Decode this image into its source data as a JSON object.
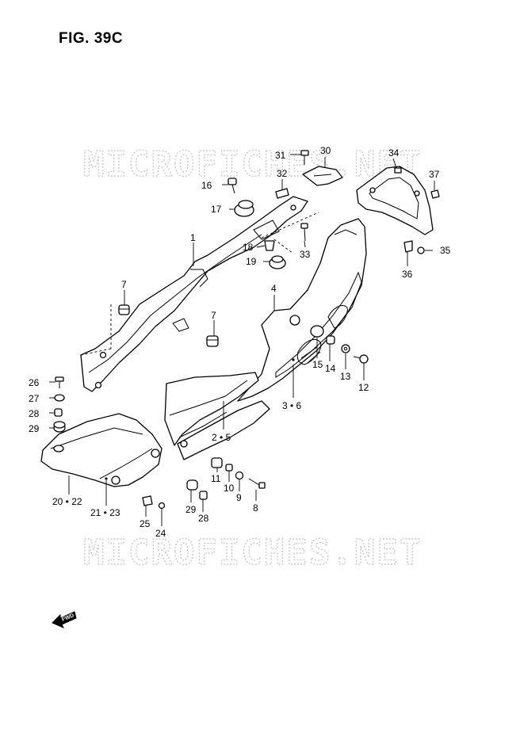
{
  "figure": {
    "title": "FIG. 39C",
    "watermark": "MICROFICHES.NET",
    "fwd_label": "FWD"
  },
  "callouts": [
    {
      "id": "c1",
      "text": "1"
    },
    {
      "id": "c2",
      "text": "2 • 5"
    },
    {
      "id": "c3",
      "text": "3 • 6"
    },
    {
      "id": "c4",
      "text": "4"
    },
    {
      "id": "c7a",
      "text": "7"
    },
    {
      "id": "c7b",
      "text": "7"
    },
    {
      "id": "c8",
      "text": "8"
    },
    {
      "id": "c9",
      "text": "9"
    },
    {
      "id": "c10",
      "text": "10"
    },
    {
      "id": "c11",
      "text": "11"
    },
    {
      "id": "c12",
      "text": "12"
    },
    {
      "id": "c13",
      "text": "13"
    },
    {
      "id": "c14",
      "text": "14"
    },
    {
      "id": "c15",
      "text": "15"
    },
    {
      "id": "c16",
      "text": "16"
    },
    {
      "id": "c17",
      "text": "17"
    },
    {
      "id": "c18",
      "text": "18"
    },
    {
      "id": "c19",
      "text": "19"
    },
    {
      "id": "c20",
      "text": "20 • 22"
    },
    {
      "id": "c21",
      "text": "21 • 23"
    },
    {
      "id": "c24",
      "text": "24"
    },
    {
      "id": "c25",
      "text": "25"
    },
    {
      "id": "c26",
      "text": "26"
    },
    {
      "id": "c27",
      "text": "27"
    },
    {
      "id": "c28a",
      "text": "28"
    },
    {
      "id": "c28b",
      "text": "28"
    },
    {
      "id": "c29a",
      "text": "29"
    },
    {
      "id": "c29b",
      "text": "29"
    },
    {
      "id": "c30",
      "text": "30"
    },
    {
      "id": "c31",
      "text": "31"
    },
    {
      "id": "c32",
      "text": "32"
    },
    {
      "id": "c33",
      "text": "33"
    },
    {
      "id": "c34",
      "text": "34"
    },
    {
      "id": "c35",
      "text": "35"
    },
    {
      "id": "c36",
      "text": "36"
    },
    {
      "id": "c37",
      "text": "37"
    }
  ],
  "colors": {
    "ink": "#000000",
    "watermark": "#c9c9c9",
    "paper": "#ffffff"
  }
}
